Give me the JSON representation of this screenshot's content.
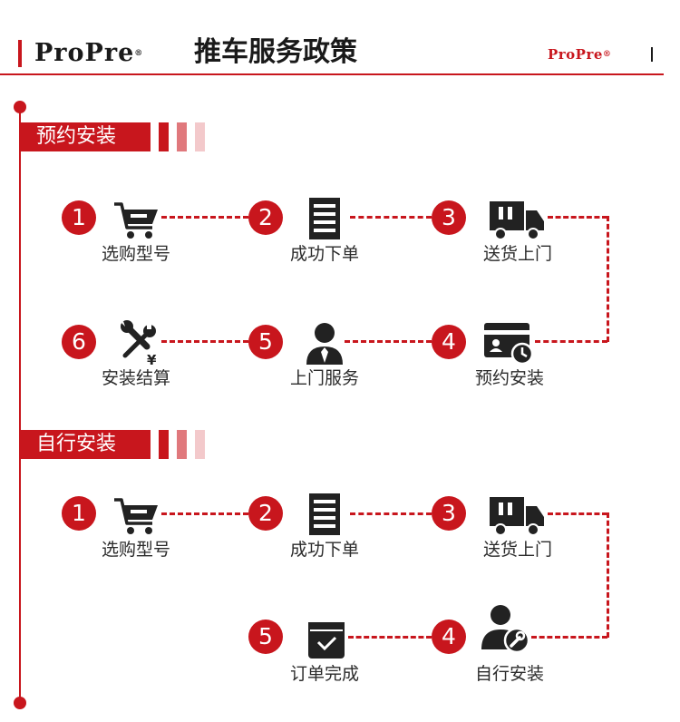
{
  "header": {
    "brand": "ProPre",
    "registered": "®",
    "title": "推车服务政策",
    "small_brand": "ProPre",
    "small_registered": "®"
  },
  "sections": [
    {
      "title": "预约安装",
      "steps": [
        {
          "num": "1",
          "label": "选购型号",
          "icon": "shopping-cart-icon"
        },
        {
          "num": "2",
          "label": "成功下单",
          "icon": "order-list-icon"
        },
        {
          "num": "3",
          "label": "送货上门",
          "icon": "delivery-truck-icon"
        },
        {
          "num": "4",
          "label": "预约安装",
          "icon": "appointment-card-icon"
        },
        {
          "num": "5",
          "label": "上门服务",
          "icon": "service-person-icon"
        },
        {
          "num": "6",
          "label": "安装结算",
          "icon": "wrench-yen-icon"
        }
      ]
    },
    {
      "title": "自行安装",
      "steps": [
        {
          "num": "1",
          "label": "选购型号",
          "icon": "shopping-cart-icon"
        },
        {
          "num": "2",
          "label": "成功下单",
          "icon": "order-list-icon"
        },
        {
          "num": "3",
          "label": "送货上门",
          "icon": "delivery-truck-icon"
        },
        {
          "num": "4",
          "label": "自行安装",
          "icon": "self-install-person-icon"
        },
        {
          "num": "5",
          "label": "订单完成",
          "icon": "order-complete-icon"
        }
      ]
    }
  ],
  "colors": {
    "accent": "#c8161d",
    "stripe_mid": "#e0787c",
    "stripe_light": "#f3c9cb",
    "icon": "#222222"
  },
  "icons": {
    "yen_symbol": "¥"
  }
}
